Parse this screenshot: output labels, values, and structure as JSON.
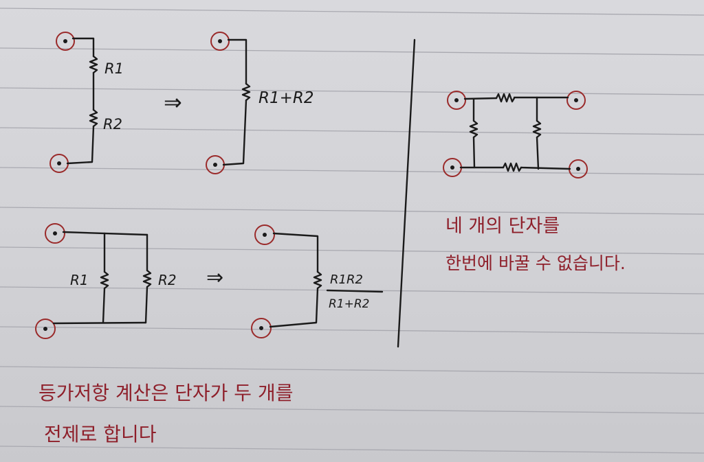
{
  "series_circuit": {
    "r1_label": "R1",
    "r2_label": "R2",
    "arrow": "⇒",
    "result_label": "R1+R2"
  },
  "parallel_circuit": {
    "r1_label": "R1",
    "r2_label": "R2",
    "arrow": "⇒",
    "result_numerator": "R1R2",
    "result_denominator": "R1+R2"
  },
  "bridge_note": {
    "line1": "네 개의 단자를",
    "line2": "한번에 바꿀 수 없습니다."
  },
  "bottom_note": {
    "line1": "등가저항 계산은 단자가 두 개를",
    "line2": "전제로 합니다"
  },
  "colors": {
    "ink": "#1a1a1a",
    "red_ink": "#8e1f2a",
    "paper": "#d4d4d8",
    "rule_lines": "#a9a9b0"
  }
}
